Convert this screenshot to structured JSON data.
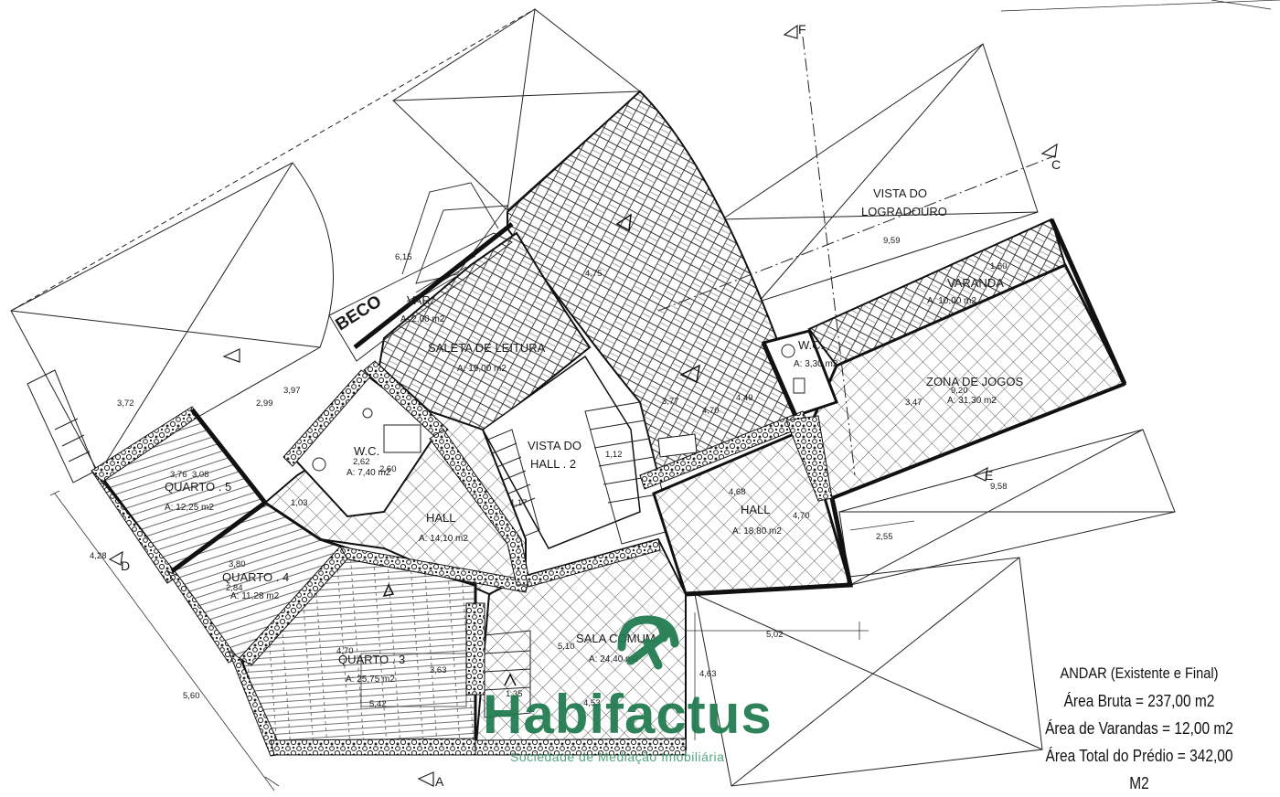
{
  "sections": {
    "f": "F",
    "c": "C",
    "e": "E",
    "d": "D",
    "a": "A"
  },
  "labels": {
    "vista_logradouro_1": "VISTA DO",
    "vista_logradouro_2": "LOGRADOURO",
    "beco": "BECO",
    "var": "VAR.",
    "var_area": "A: 2,00 m2",
    "saleta": "SALETA DE LEITURA",
    "saleta_area": "A: 19,00 m2",
    "vista_hall_1": "VISTA DO",
    "vista_hall_2": "HALL . 2",
    "wc1": "W.C.",
    "wc1_area": "A: 3,30 m2",
    "wc2": "W.C.",
    "wc2_area": "A: 7,40 m2",
    "varanda": "VARANDA",
    "varanda_area": "A: 10,00 m2",
    "zona": "ZONA DE JOGOS",
    "zona_area": "A: 31,30 m2",
    "hall_a": "HALL",
    "hall_a_area": "A: 14,10 m2",
    "hall_b": "HALL",
    "hall_b_area": "A: 18,80 m2",
    "quarto5": "QUARTO . 5",
    "quarto5_area": "A: 12,25 m2",
    "quarto4": "QUARTO . 4",
    "quarto4_area": "A: 11,28 m2",
    "quarto3": "QUARTO . 3",
    "quarto3_area": "A: 25,75 m2",
    "sala": "SALA COMUM",
    "sala_area": "A: 24,40 m2"
  },
  "dims": {
    "d615": "6,15",
    "d475": "4,75",
    "d959": "9,59",
    "d160": "1,60",
    "d372": "3,72",
    "d299": "2,99",
    "d397": "3,97",
    "d377": "3,77",
    "d470a": "4,70",
    "d449": "4,49",
    "d112": "1,12",
    "d117": "1,17",
    "d262": "2,62",
    "d260": "2,60",
    "d347": "3,47",
    "d920": "9,20",
    "d376": "3,76",
    "d308": "3,08",
    "d103": "1,03",
    "d468": "4,68",
    "d470b": "4,70",
    "d958": "9,58",
    "d255": "2,55",
    "d428": "4,28",
    "d380": "3,80",
    "d284": "2,84",
    "d502": "5,02",
    "d463": "4,63",
    "d560": "5,60",
    "d470c": "4,70",
    "d363": "3,63",
    "d542": "5,42",
    "d510": "5,10",
    "d135": "1,35",
    "d453": "4,53"
  },
  "legend": {
    "title": "ANDAR  (Existente e Final)",
    "bruta": "Área Bruta = 237,00 m2",
    "varandas": "Área de Varandas = 12,00 m2",
    "total": "Área Total do Prédio = 342,00 M2"
  },
  "logo": {
    "word": "Habifactus",
    "tagline": "Sociedade de Mediação Imobiliária",
    "color": "#1f7a4f"
  }
}
